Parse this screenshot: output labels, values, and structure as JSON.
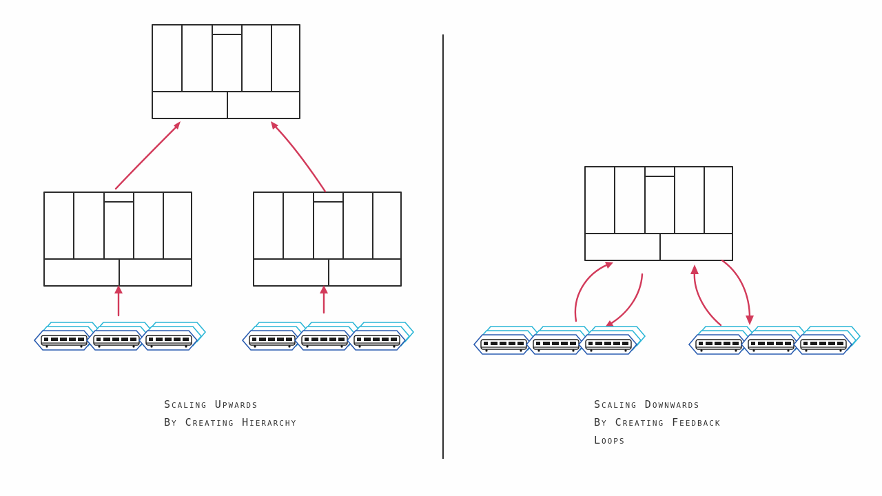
{
  "captions": {
    "left": {
      "line1": "Scaling Upwards",
      "line2": "By Creating Hierarchy"
    },
    "right": {
      "line1": "Scaling Downwards",
      "line2": "By Creating Feedback",
      "line3": "Loops"
    }
  },
  "colors": {
    "arrow": "#d23a5a",
    "board_stroke": "#2b2b2b",
    "team_outline_cyan": "#2bb6d6",
    "team_outline_blue": "#2a5cb0"
  }
}
